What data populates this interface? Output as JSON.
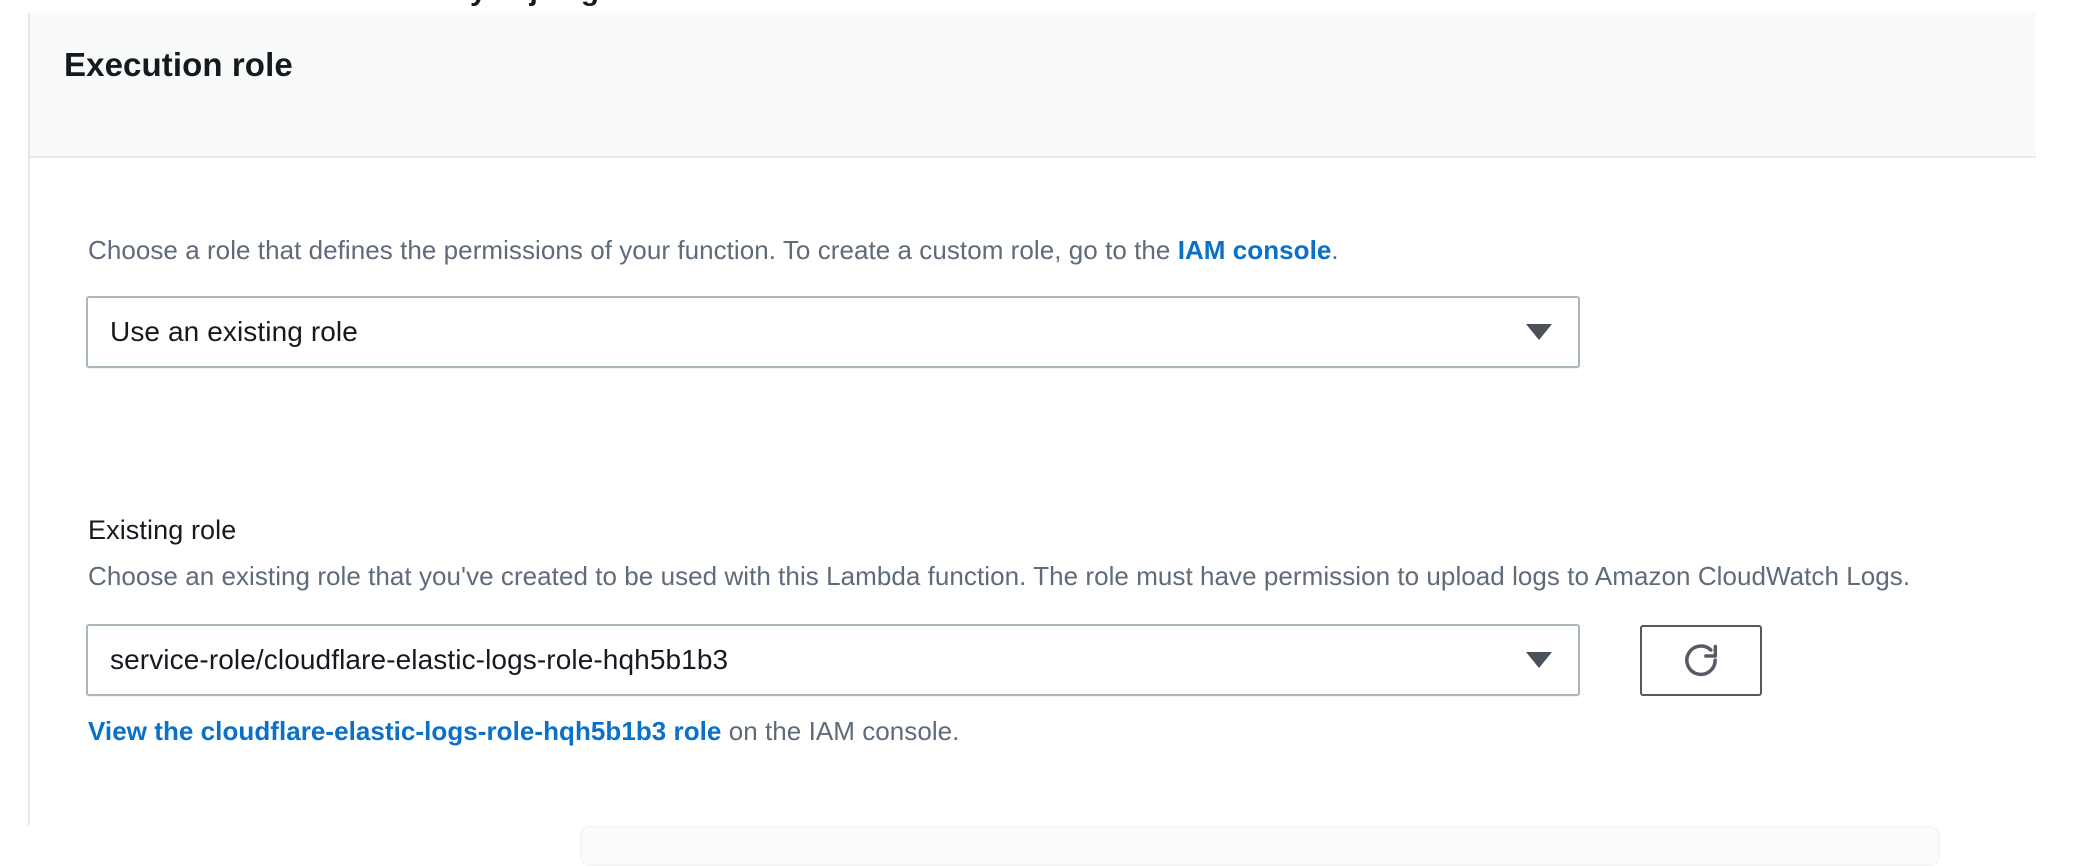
{
  "clipped_above_text": "y ... j ... g",
  "panel": {
    "title": "Execution role",
    "role_type": {
      "description_before_link": "Choose a role that defines the permissions of your function. To create a custom role, go to the ",
      "link_label": "IAM console",
      "description_after_link": ".",
      "select": {
        "name": "role-type-select",
        "value": "Use an existing role",
        "caret_icon": "chevron-down-icon"
      }
    },
    "existing_role": {
      "label": "Existing role",
      "description": "Choose an existing role that you've created to be used with this Lambda function. The role must have permission to upload logs to Amazon CloudWatch Logs.",
      "select": {
        "name": "existing-role-select",
        "value": "service-role/cloudflare-elastic-logs-role-hqh5b1b3",
        "caret_icon": "chevron-down-icon"
      },
      "refresh_button": {
        "icon": "refresh-icon",
        "title": "Refresh"
      },
      "view_role_link_label": "View the cloudflare-elastic-logs-role-hqh5b1b3 role",
      "view_role_suffix": " on the IAM console."
    }
  },
  "colors": {
    "link_blue": "#0a70c8",
    "body_text": "#16191f",
    "secondary_text": "#5f6b7a",
    "panel_header_bg": "#f9fafa",
    "border": "#aab7b8",
    "button_border": "#545b64"
  }
}
